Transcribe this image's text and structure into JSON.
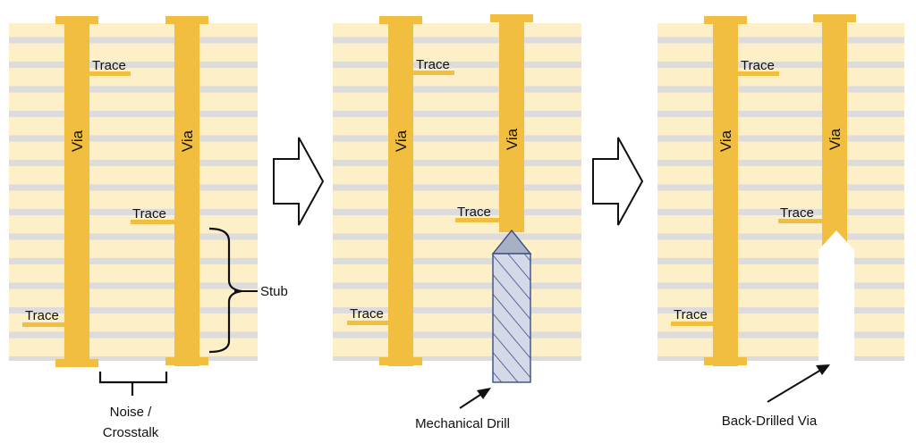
{
  "colors": {
    "layer_light": "#fdf0c8",
    "layer_dark": "#dcdcdc",
    "copper": "#f2be3f",
    "drill_fill": "#d3d9e6",
    "drill_hatch": "#3b4d8a",
    "drill_tip": "#a7b0c4",
    "outline": "#111111"
  },
  "panel1": {
    "via_left_label": "Via",
    "via_right_label": "Via",
    "trace_top": "Trace",
    "trace_mid": "Trace",
    "trace_bottom": "Trace",
    "stub_label": "Stub",
    "noise_line1": "Noise /",
    "noise_line2": "Crosstalk"
  },
  "panel2": {
    "via_left_label": "Via",
    "via_right_label": "Via",
    "trace_top": "Trace",
    "trace_mid": "Trace",
    "trace_bottom": "Trace",
    "drill_label": "Mechanical Drill"
  },
  "panel3": {
    "via_left_label": "Via",
    "via_right_label": "Via",
    "trace_top": "Trace",
    "trace_mid": "Trace",
    "trace_bottom": "Trace",
    "backdrill_label": "Back-Drilled Via"
  },
  "arrows": [
    "process-step-1",
    "process-step-2"
  ]
}
